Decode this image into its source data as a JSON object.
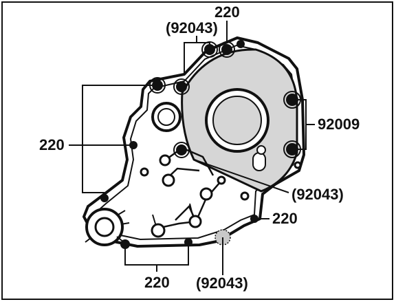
{
  "diagram": {
    "labels": {
      "top_220": "220",
      "top_92043": "(92043)",
      "right_92009": "92009",
      "left_220": "220",
      "right_92043": "(92043)",
      "right_220": "220",
      "bottom_220": "220",
      "bottom_92043": "(92043)"
    }
  }
}
